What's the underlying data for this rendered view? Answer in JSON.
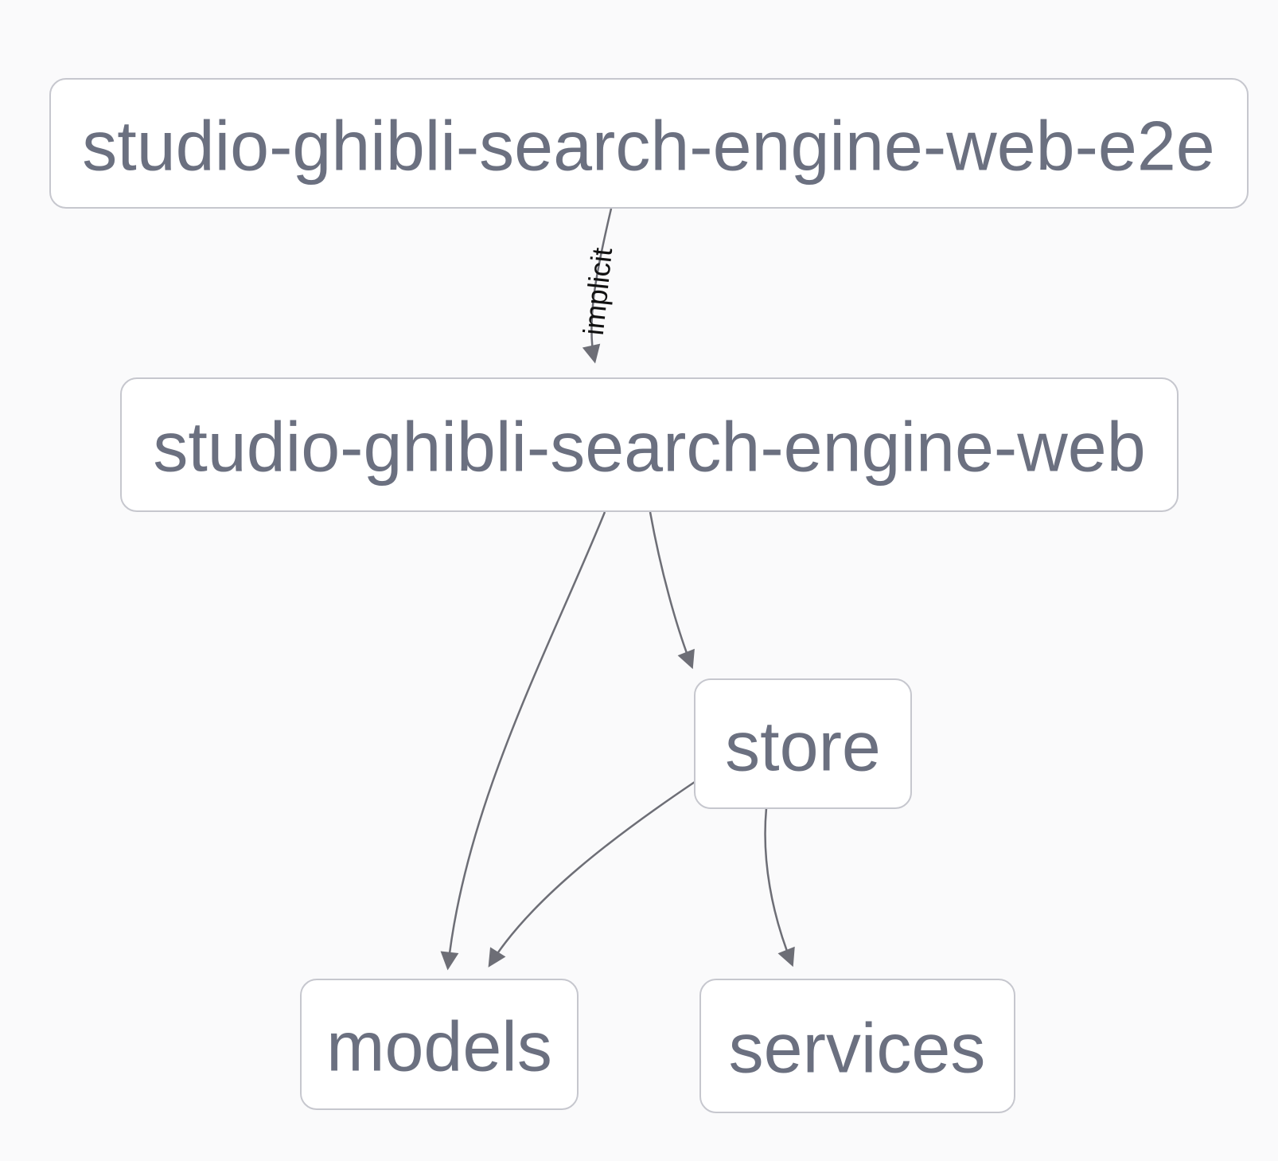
{
  "diagram": {
    "type": "dependency-graph",
    "nodes": {
      "e2e": {
        "label": "studio-ghibli-search-engine-web-e2e"
      },
      "web": {
        "label": "studio-ghibli-search-engine-web"
      },
      "store": {
        "label": "store"
      },
      "models": {
        "label": "models"
      },
      "services": {
        "label": "services"
      }
    },
    "edges": [
      {
        "from": "studio-ghibli-search-engine-web-e2e",
        "to": "studio-ghibli-search-engine-web",
        "label": "implicit"
      },
      {
        "from": "studio-ghibli-search-engine-web",
        "to": "models",
        "label": ""
      },
      {
        "from": "studio-ghibli-search-engine-web",
        "to": "store",
        "label": ""
      },
      {
        "from": "store",
        "to": "models",
        "label": ""
      },
      {
        "from": "store",
        "to": "services",
        "label": ""
      }
    ],
    "colors": {
      "background": "#fafafb",
      "node_fill": "#ffffff",
      "node_border": "#c6c7ce",
      "node_text": "#6b7080",
      "edge_stroke": "#6d6e76",
      "edge_label_text": "#111111"
    }
  }
}
